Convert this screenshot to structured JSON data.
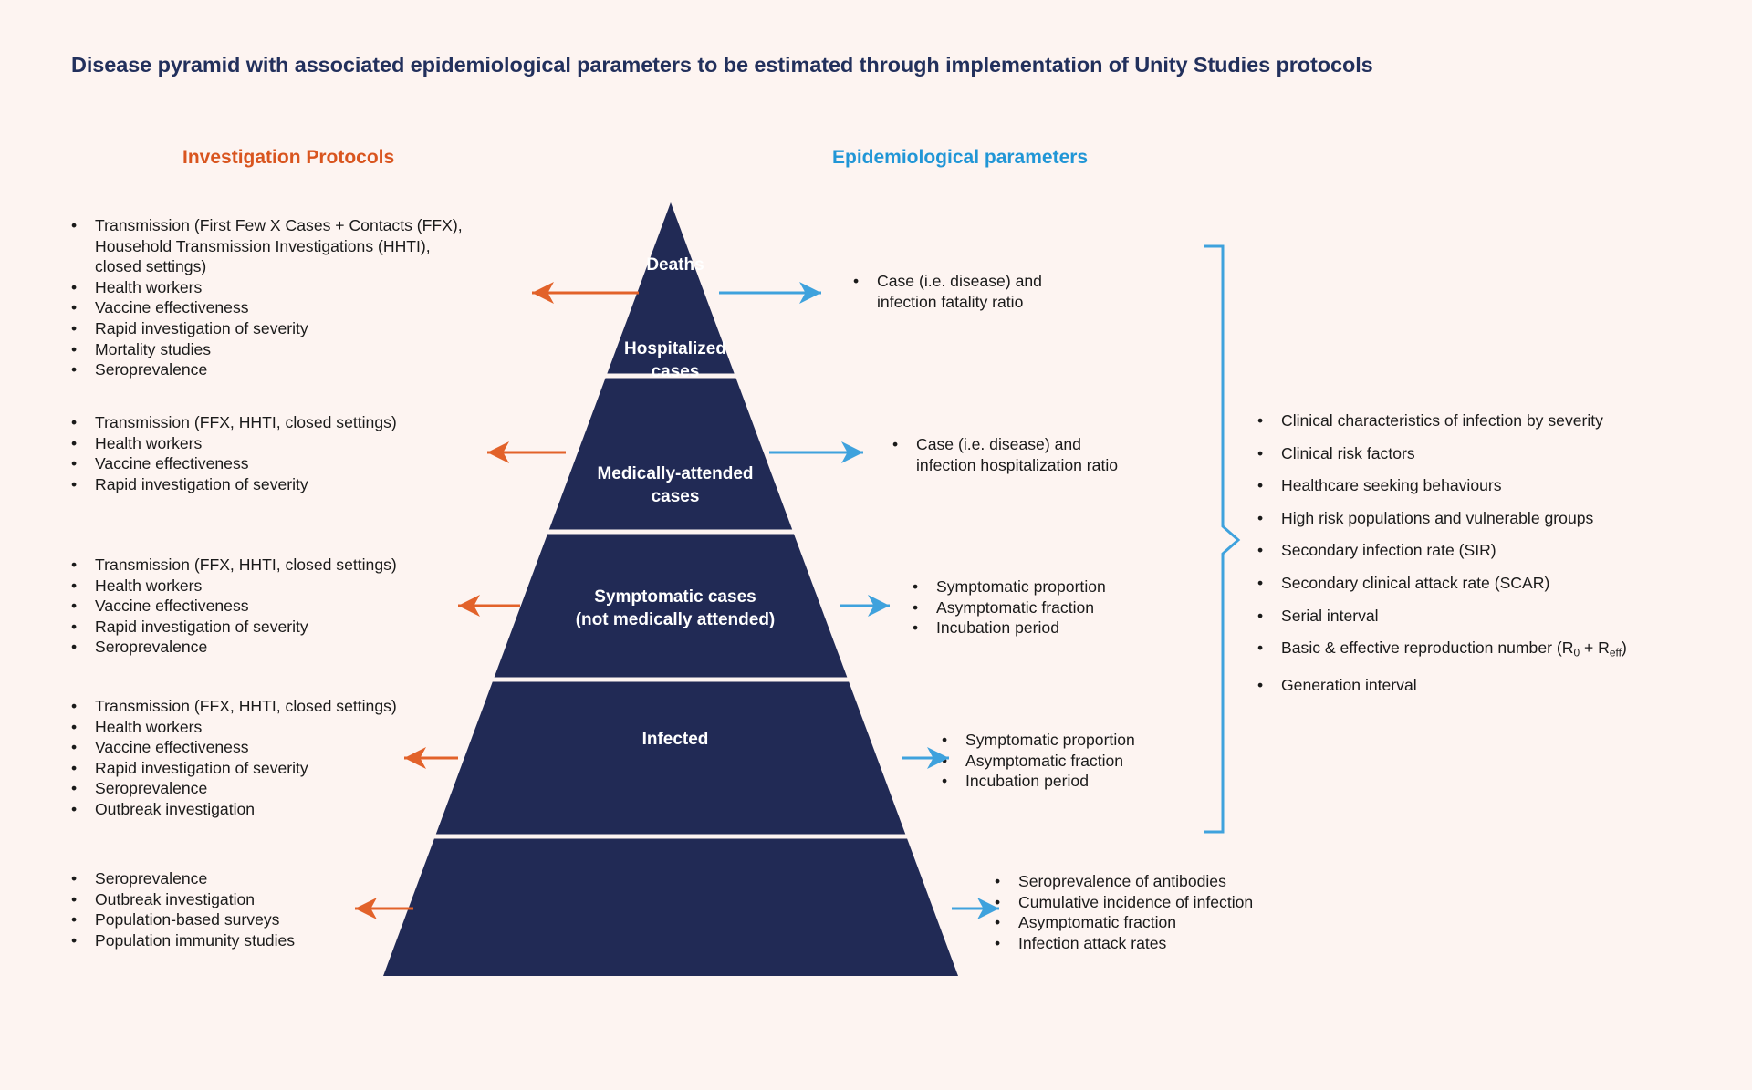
{
  "title": {
    "bold_lead": "Disease pyramid",
    "rest": " with associated epidemiological parameters to be estimated through implementation of Unity Studies protocols"
  },
  "columns": {
    "protocols_heading": "Investigation Protocols",
    "parameters_heading": "Epidemiological parameters"
  },
  "colors": {
    "background": "#fdf4f1",
    "navy": "#212a55",
    "orange": "#d9551f",
    "blue": "#2196d6",
    "title_navy": "#22305c",
    "text": "#1a1a1a"
  },
  "pyramid": {
    "tiers": [
      {
        "name": "deaths",
        "label": "Deaths"
      },
      {
        "name": "hospitalized",
        "label": "Hospitalized\ncases"
      },
      {
        "name": "medically-attended",
        "label": "Medically-attended\ncases"
      },
      {
        "name": "symptomatic",
        "label": "Symptomatic cases\n(not medically attended)"
      },
      {
        "name": "infected",
        "label": "Infected"
      }
    ]
  },
  "left_blocks": [
    {
      "name": "protocols-deaths",
      "items": [
        "Transmission (First Few X Cases + Contacts (FFX),\nHousehold Transmission Investigations (HHTI),\nclosed settings)",
        "Health workers",
        "Vaccine effectiveness",
        "Rapid investigation of severity",
        "Mortality studies",
        "Seroprevalence"
      ]
    },
    {
      "name": "protocols-hospitalized",
      "items": [
        "Transmission (FFX, HHTI, closed settings)",
        "Health workers",
        "Vaccine effectiveness",
        "Rapid investigation of severity"
      ]
    },
    {
      "name": "protocols-medically-attended",
      "items": [
        "Transmission (FFX, HHTI, closed settings)",
        "Health workers",
        "Vaccine effectiveness",
        "Rapid investigation of severity",
        "Seroprevalence"
      ]
    },
    {
      "name": "protocols-symptomatic",
      "items": [
        "Transmission (FFX, HHTI, closed settings)",
        "Health workers",
        "Vaccine effectiveness",
        "Rapid investigation of severity",
        "Seroprevalence",
        "Outbreak investigation"
      ]
    },
    {
      "name": "protocols-infected",
      "items": [
        "Seroprevalence",
        "Outbreak investigation",
        "Population-based surveys",
        "Population immunity studies"
      ]
    }
  ],
  "right_blocks": [
    {
      "name": "parameters-deaths",
      "items": [
        "Case (i.e. disease) and\ninfection fatality ratio"
      ]
    },
    {
      "name": "parameters-hospitalized",
      "items": [
        "Case (i.e. disease) and\ninfection hospitalization ratio"
      ]
    },
    {
      "name": "parameters-medically-attended",
      "items": [
        "Symptomatic proportion",
        "Asymptomatic fraction",
        "Incubation period"
      ]
    },
    {
      "name": "parameters-symptomatic",
      "items": [
        "Symptomatic proportion",
        "Asymptomatic fraction",
        "Incubation period"
      ]
    },
    {
      "name": "parameters-infected",
      "items": [
        "Seroprevalence of antibodies",
        "Cumulative incidence of infection",
        "Asymptomatic fraction",
        "Infection attack rates"
      ]
    }
  ],
  "cross_cutting": {
    "name": "cross-cutting-parameters",
    "items": [
      "Clinical characteristics of infection by severity",
      "Clinical risk factors",
      "Healthcare seeking behaviours",
      "High risk populations and vulnerable groups",
      "Secondary infection rate (SIR)",
      "Secondary clinical attack rate (SCAR)",
      "Serial interval",
      "Basic &amp; effective reproduction number (R<sub>0</sub> + R<sub>eff</sub>)",
      "Generation interval"
    ]
  }
}
